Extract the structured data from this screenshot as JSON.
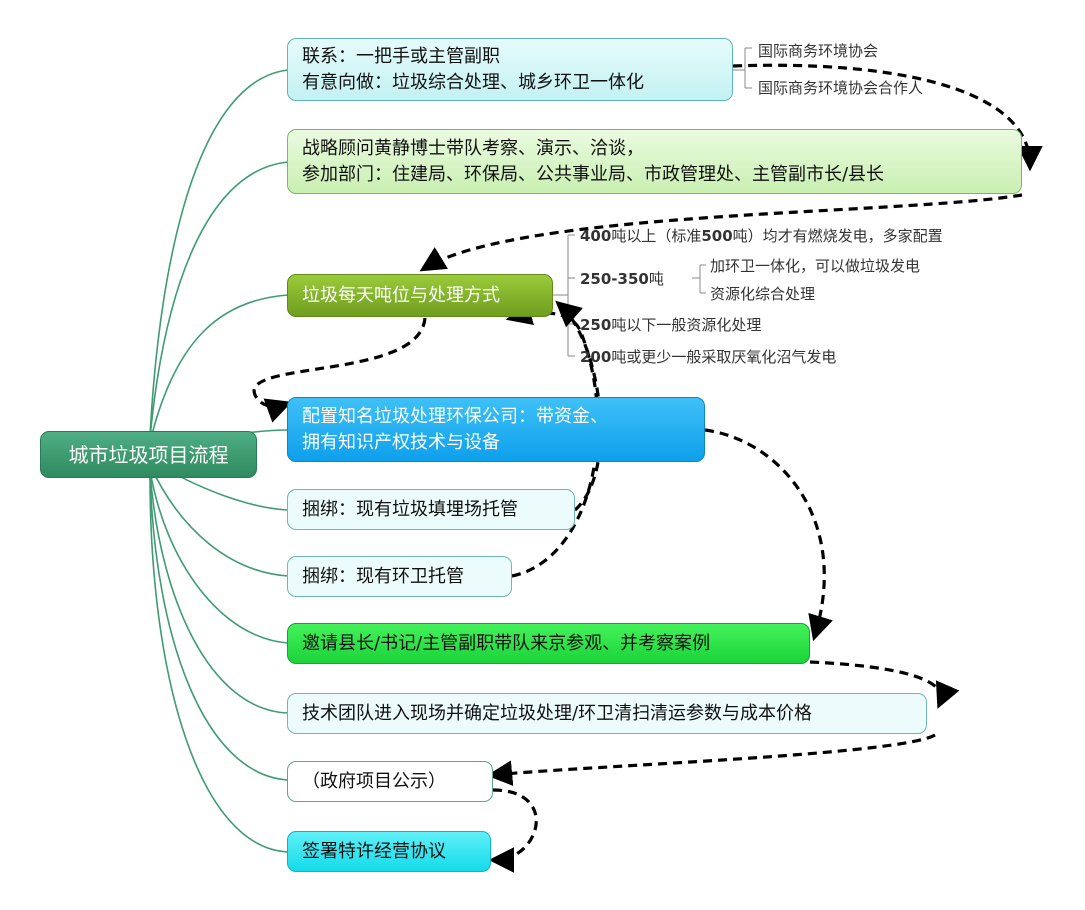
{
  "root": {
    "label": "城市垃圾项目流程"
  },
  "nodes": {
    "contact": {
      "line1": "联系：一把手或主管副职",
      "line2": "有意向做：垃圾综合处理、城乡环卫一体化"
    },
    "advisor": {
      "line1": "战略顾问黄静博士带队考察、演示、洽谈，",
      "line2": "参加部门：住建局、环保局、公共事业局、市政管理处、主管副市长/县长"
    },
    "tonnage": {
      "label": "垃圾每天吨位与处理方式"
    },
    "company": {
      "line1": "配置知名垃圾处理环保公司：带资金、",
      "line2": "拥有知识产权技术与设备"
    },
    "landfill": {
      "label": "捆绑：现有垃圾填埋场托管"
    },
    "sanitation": {
      "label": "捆绑：现有环卫托管"
    },
    "invite": {
      "label": "邀请县长/书记/主管副职带队来京参观、并考察案例"
    },
    "tech": {
      "label": "技术团队进入现场并确定垃圾处理/环卫清扫清运参数与成本价格"
    },
    "publicity": {
      "label": "（政府项目公示）"
    },
    "sign": {
      "label": "签署特许经营协议"
    }
  },
  "contact_notes": [
    "国际商务环境协会",
    "国际商务环境协会合作人"
  ],
  "tonnage_notes": {
    "t400": {
      "bold": "400",
      "text": "吨以上（标准",
      "bold2": "500",
      "text2": "吨）均才有燃烧发电，多家配置"
    },
    "t250_350": {
      "bold": "250-350",
      "text": "吨"
    },
    "t250_350_subs": [
      "加环卫一体化，可以做垃圾发电",
      "资源化综合处理"
    ],
    "t250": {
      "bold": "250",
      "text": "吨以下一般资源化处理"
    },
    "t200": {
      "bold": "200",
      "text": "吨或更少一般采取厌氧化沼气发电"
    }
  }
}
